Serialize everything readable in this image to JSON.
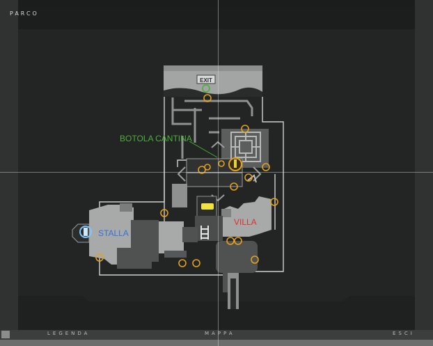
{
  "header": {
    "title": "Parco"
  },
  "map": {
    "labels": {
      "botola": "BOTOLA CANTINA",
      "stalla": "STALLA",
      "villa": "VILLA",
      "exit_sign": "EXIT"
    },
    "colors": {
      "botola": "#4caf3a",
      "stalla": "#3a6fd8",
      "villa": "#e0302a",
      "marker": "#e3a11e",
      "objective": "#e8d23a"
    }
  },
  "footer": {
    "legend": "Legenda",
    "map": "Mappa",
    "exit": "Esci"
  }
}
